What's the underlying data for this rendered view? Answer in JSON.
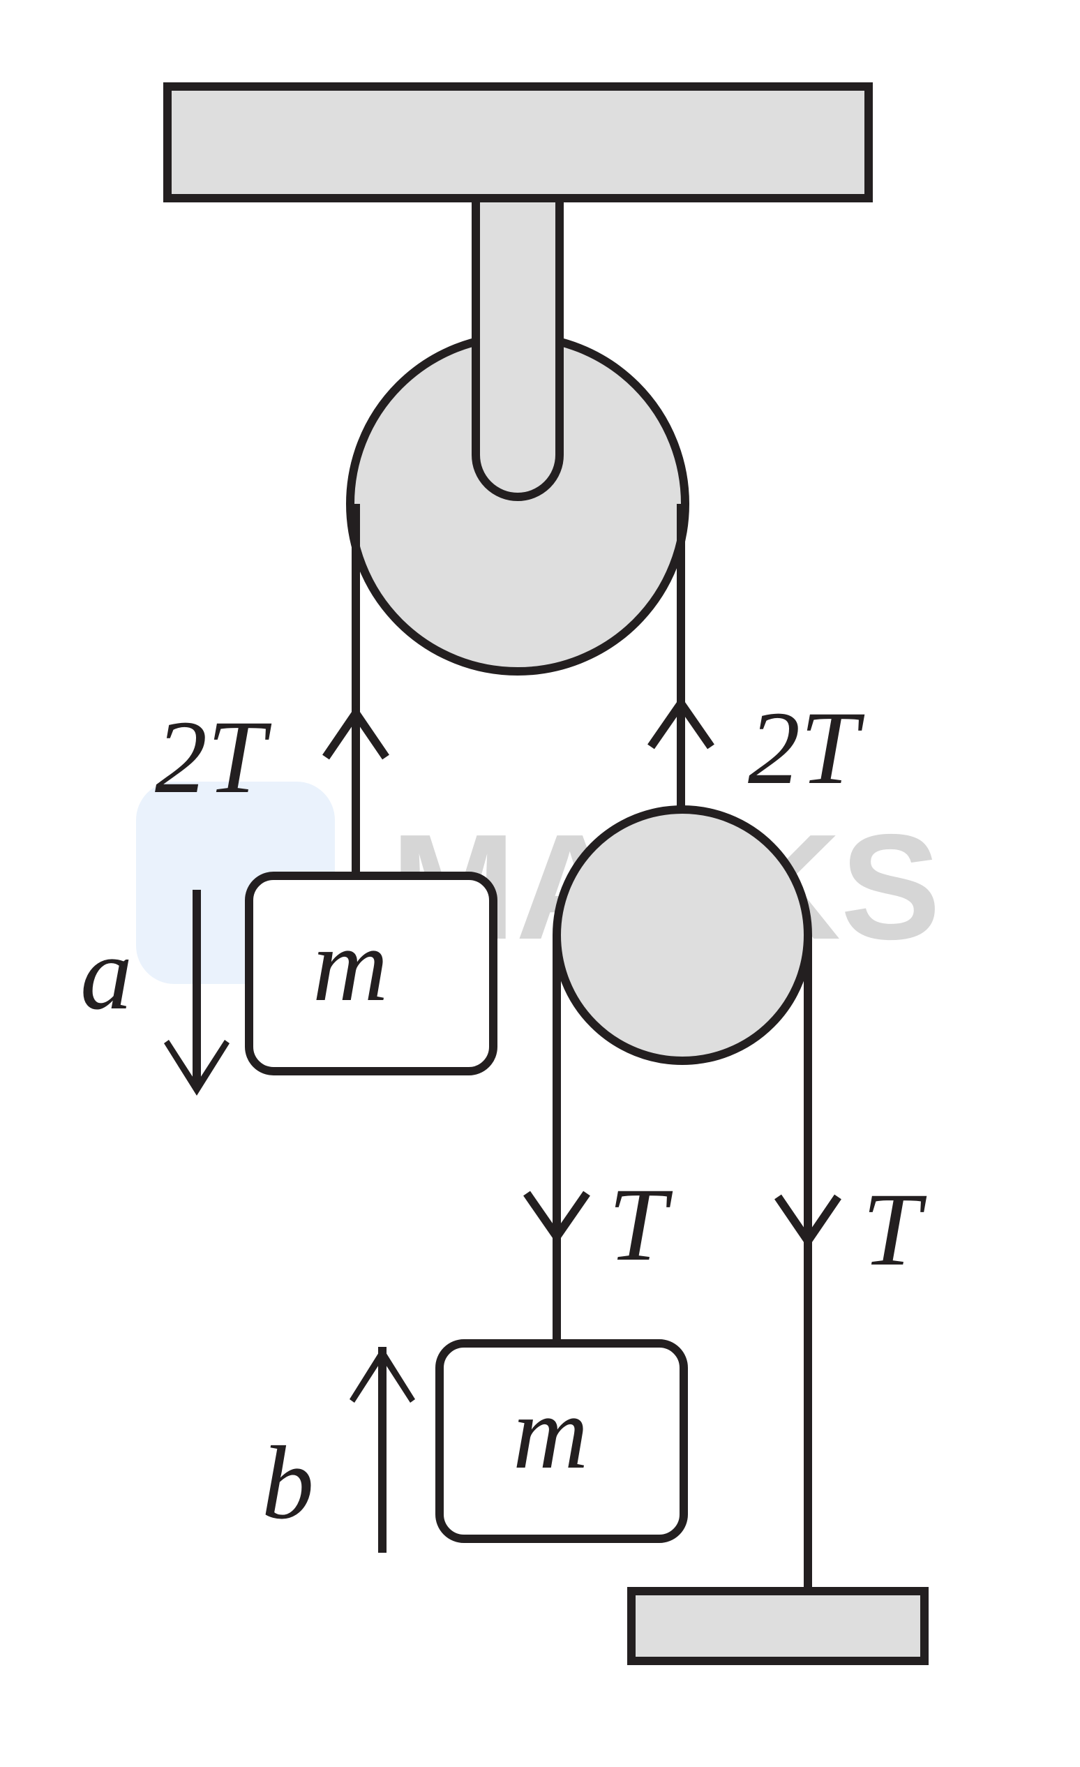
{
  "labels": {
    "tension_left": "2T",
    "tension_right": "2T",
    "tension_lower_left": "T",
    "tension_lower_right": "T",
    "accel_a": "a",
    "accel_b": "b",
    "mass_upper": "m",
    "mass_lower": "m"
  },
  "watermark": {
    "text": "MARKS"
  },
  "colors": {
    "stroke": "#231f20",
    "fill": "#dedede",
    "watermark_logo": "#e6f0fb",
    "watermark_text": "#cfcfcf"
  }
}
